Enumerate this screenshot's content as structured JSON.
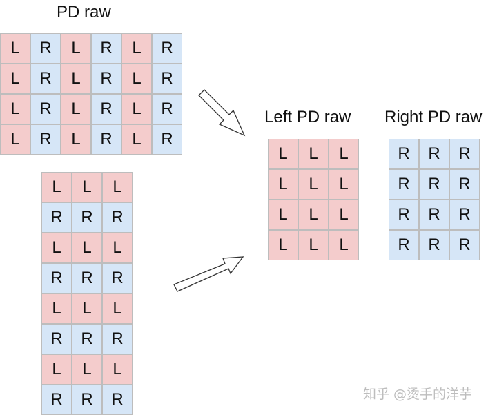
{
  "titles": {
    "pd_raw": "PD raw",
    "left_pd_raw": "Left PD raw",
    "right_pd_raw": "Right PD raw"
  },
  "colors": {
    "L": "#f4cccc",
    "R": "#d6e6f7"
  },
  "grids": {
    "pd_raw": [
      [
        "L",
        "R",
        "L",
        "R",
        "L",
        "R"
      ],
      [
        "L",
        "R",
        "L",
        "R",
        "L",
        "R"
      ],
      [
        "L",
        "R",
        "L",
        "R",
        "L",
        "R"
      ],
      [
        "L",
        "R",
        "L",
        "R",
        "L",
        "R"
      ]
    ],
    "interleaved": [
      [
        "L",
        "L",
        "L"
      ],
      [
        "R",
        "R",
        "R"
      ],
      [
        "L",
        "L",
        "L"
      ],
      [
        "R",
        "R",
        "R"
      ],
      [
        "L",
        "L",
        "L"
      ],
      [
        "R",
        "R",
        "R"
      ],
      [
        "L",
        "L",
        "L"
      ],
      [
        "R",
        "R",
        "R"
      ]
    ],
    "left_pd_raw": [
      [
        "L",
        "L",
        "L"
      ],
      [
        "L",
        "L",
        "L"
      ],
      [
        "L",
        "L",
        "L"
      ],
      [
        "L",
        "L",
        "L"
      ]
    ],
    "right_pd_raw": [
      [
        "R",
        "R",
        "R"
      ],
      [
        "R",
        "R",
        "R"
      ],
      [
        "R",
        "R",
        "R"
      ],
      [
        "R",
        "R",
        "R"
      ]
    ]
  },
  "watermark": "知乎 @烫手的洋芋"
}
